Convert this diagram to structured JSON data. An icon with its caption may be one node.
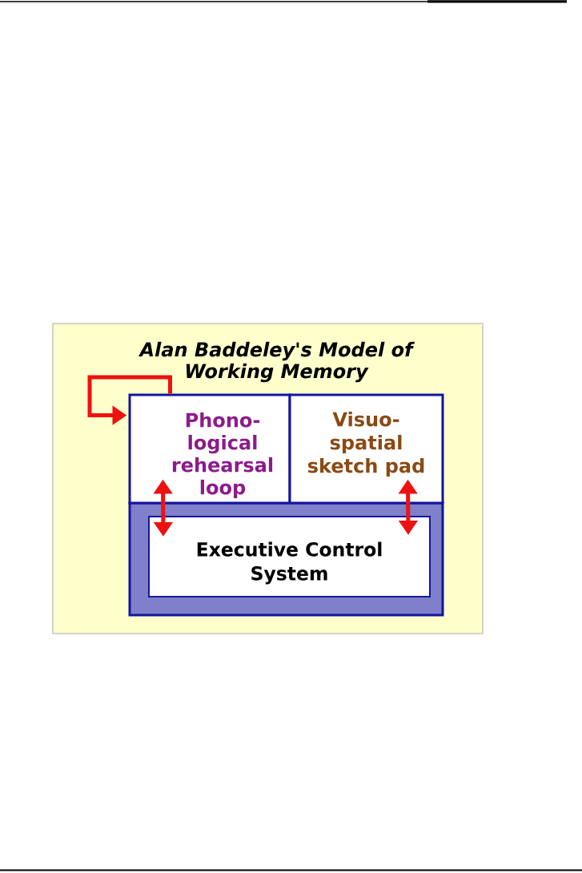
{
  "diagram": {
    "title": "Alan Baddeley's Model of Working Memory",
    "nodes": [
      {
        "text": [
          "Phono- logical rehearsal loop"
        ]
      },
      {
        "text": [
          "Visuo- spatial sketch pad"
        ]
      },
      {
        "text": [
          "Executive Control System"
        ]
      }
    ],
    "edges": [
      {
        "from": 0,
        "to": 0,
        "arrow": "to"
      },
      {
        "from": 0,
        "to": 2,
        "arrow": "both"
      },
      {
        "from": 1,
        "to": 2,
        "arrow": "both"
      }
    ]
  }
}
